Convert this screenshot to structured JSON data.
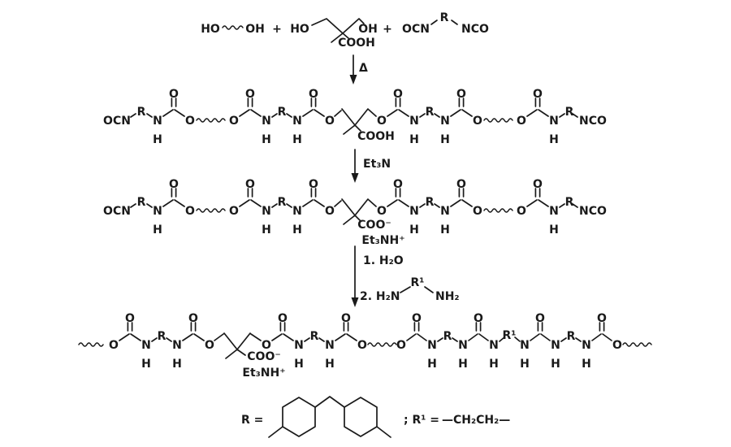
{
  "colors": {
    "ink": "#1a1a1a",
    "background": "#ffffff"
  },
  "atoms": {
    "O": "O",
    "N": "N",
    "H": "H",
    "R": "R",
    "R1": "R¹",
    "OCN": "OCN",
    "NCO": "NCO",
    "HO": "HO",
    "OH": "OH",
    "plus": "+",
    "COOH": "COOH",
    "COO_anion": "COO⁻",
    "Et3NH_cation": "Et₃NH⁺"
  },
  "steps": {
    "step1": "Δ",
    "step2": "Et₃N",
    "step3_line1": "1. H₂O",
    "step3_line2_left": "2. H₂N",
    "step3_line2_r1": "R¹",
    "step3_line2_right": "NH₂"
  },
  "legend": {
    "r_label": "R =",
    "r1_label": "; R¹ =",
    "r1_value": "—CH₂CH₂—"
  }
}
